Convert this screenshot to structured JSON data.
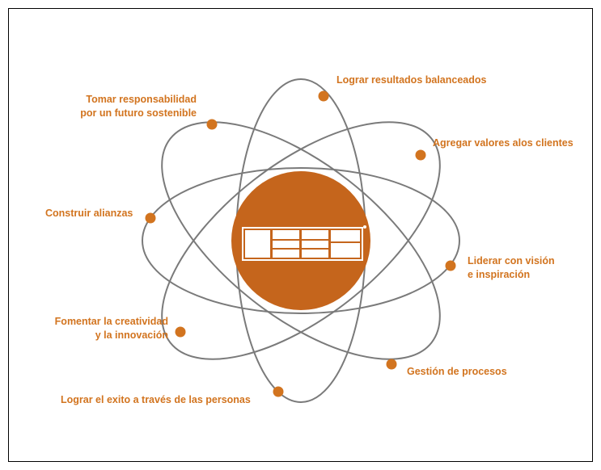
{
  "colors": {
    "accent": "#d2741f",
    "circle": "#c5651c",
    "orbit": "#7a7a7a",
    "logo": "#ffffff"
  },
  "center": {
    "logo_icon": "efqm-logo-icon"
  },
  "labels": {
    "lograr_resultados": "Lograr resultados balanceados",
    "tomar_1": "Tomar responsabilidad",
    "tomar_2": "por un futuro sostenible",
    "agregar": "Agregar valores alos clientes",
    "construir": "Construir alianzas",
    "liderar_1": "Liderar con visión",
    "liderar_2": "e inspiración",
    "fomentar_1": "Fomentar la creatividad",
    "fomentar_2": "y la innovación",
    "gestion": "Gestión de procesos",
    "lograr_exito": "Lograr el exito a través de las personas"
  }
}
